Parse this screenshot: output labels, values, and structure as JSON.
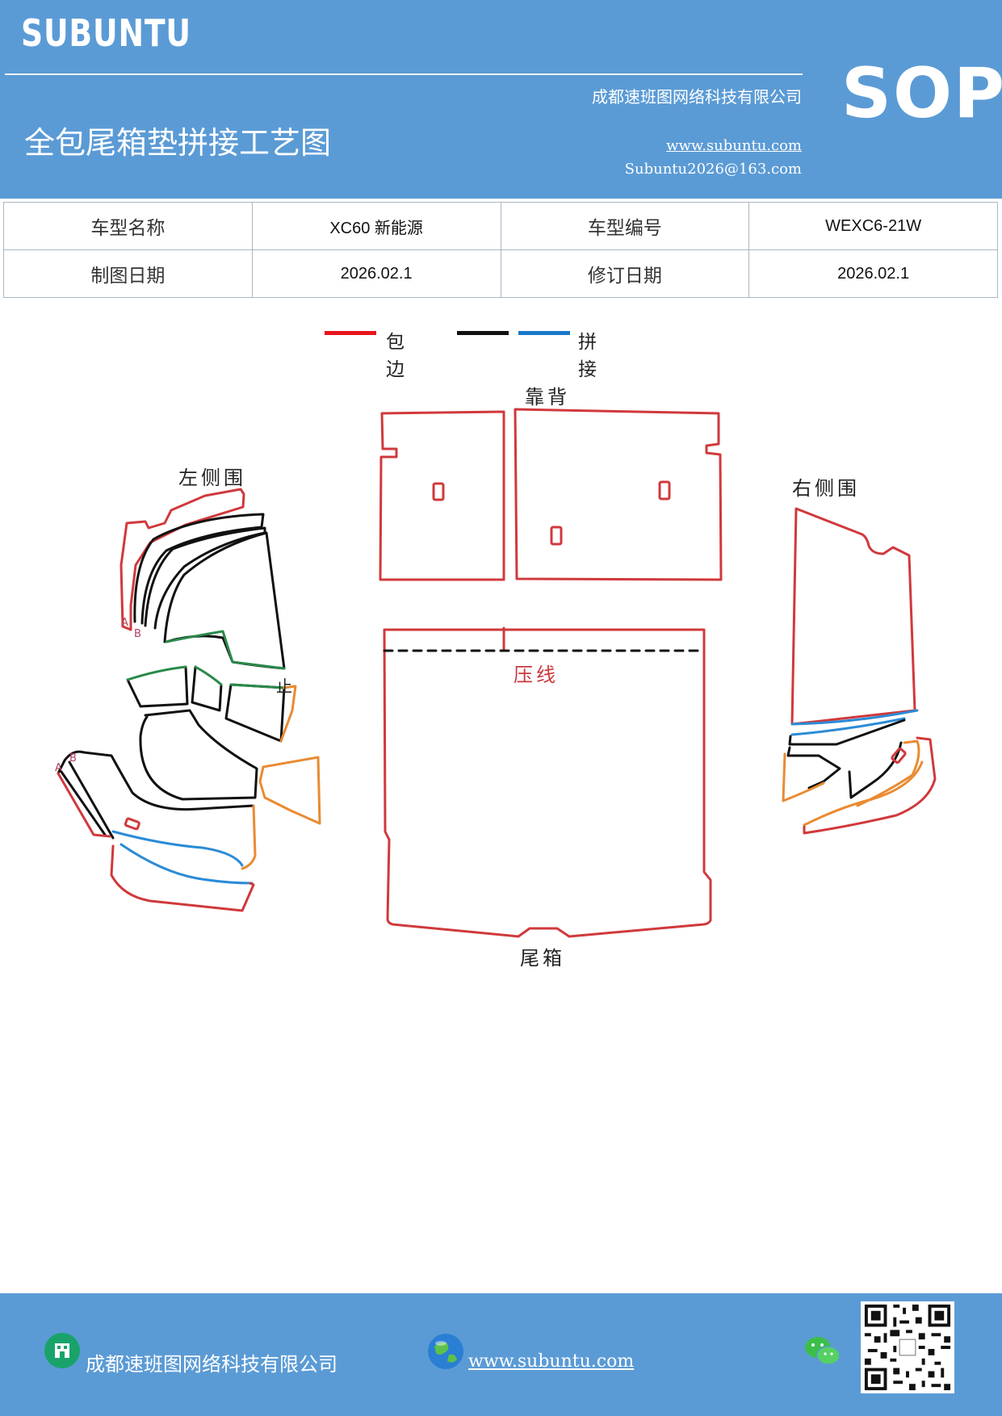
{
  "header": {
    "brand": "SUBUNTU",
    "company": "成都速班图网络科技有限公司",
    "title": "全包尾箱垫拼接工艺图",
    "website": "www.subuntu.com",
    "email": "Subuntu2026@163.com",
    "badge": "SOP"
  },
  "info_table": [
    {
      "label1": "车型名称",
      "value1": "XC60 新能源",
      "label2": "车型编号",
      "value2": "WEXC6-21W"
    },
    {
      "label1": "制图日期",
      "value1": "2026.02.1",
      "label2": "修订日期",
      "value2": "2026.02.1"
    }
  ],
  "legend": {
    "items": [
      {
        "color": "#e8141b",
        "label": "包边"
      },
      {
        "color": "#111111",
        "label": ""
      },
      {
        "color": "#1a78c8",
        "label": "拼接"
      }
    ]
  },
  "diagram": {
    "labels": {
      "backrest": "靠背",
      "left_side": "左侧围",
      "right_side": "右侧围",
      "trunk": "尾箱",
      "crease": "压线",
      "stop_mark": "止",
      "mark_a": "A",
      "mark_b": "B"
    },
    "colors": {
      "edge": "#d0393c",
      "seam_black": "#111111",
      "seam_blue": "#2b8bd6",
      "green": "#2a8a4a",
      "orange": "#e98b32"
    }
  },
  "footer": {
    "company": "成都速班图网络科技有限公司",
    "website": "www.subuntu.com",
    "icons": [
      "building-icon",
      "globe-icon",
      "wechat-icon",
      "qr-code"
    ]
  }
}
